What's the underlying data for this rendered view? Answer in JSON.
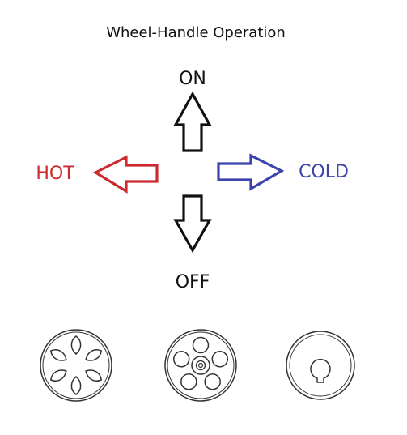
{
  "title": "Wheel-Handle Operation",
  "directions": {
    "on": "ON",
    "off": "OFF",
    "hot": "HOT",
    "cold": "COLD"
  },
  "colors": {
    "hot": "#cc2a2e",
    "cold": "#3b43ad",
    "neutral": "#111111",
    "outline": "#333333"
  },
  "handles": [
    {
      "name": "six-spoke-wheel-handle"
    },
    {
      "name": "five-hole-wheel-handle"
    },
    {
      "name": "keyhole-wheel-handle"
    }
  ]
}
